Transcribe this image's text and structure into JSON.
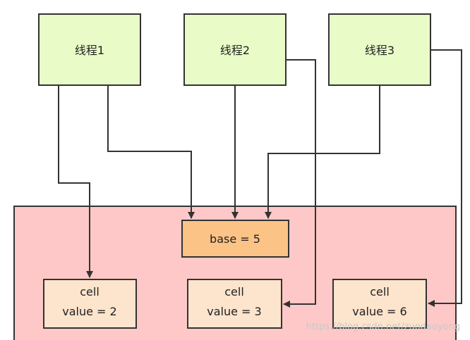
{
  "colors": {
    "thread_fill": "#e9fcc8",
    "container_fill": "#ffc8c8",
    "base_fill": "#fcc387",
    "cell_fill": "#fde4cc",
    "stroke": "#333333"
  },
  "threads": [
    {
      "id": "t1",
      "label": "线程1"
    },
    {
      "id": "t2",
      "label": "线程2"
    },
    {
      "id": "t3",
      "label": "线程3"
    }
  ],
  "base": {
    "label": "base = 5"
  },
  "cells": [
    {
      "id": "c1",
      "title": "cell",
      "value_label": "value = 2"
    },
    {
      "id": "c2",
      "title": "cell",
      "value_label": "value = 3"
    },
    {
      "id": "c3",
      "title": "cell",
      "value_label": "value = 6"
    }
  ],
  "edges": [
    {
      "from": "t1",
      "to": "base"
    },
    {
      "from": "t2",
      "to": "base"
    },
    {
      "from": "t3",
      "to": "base"
    },
    {
      "from": "t1",
      "to": "c1"
    },
    {
      "from": "t2",
      "to": "c2"
    },
    {
      "from": "t3",
      "to": "c3"
    }
  ],
  "watermark": "https://blog.csdn.net/zuodaoyong"
}
